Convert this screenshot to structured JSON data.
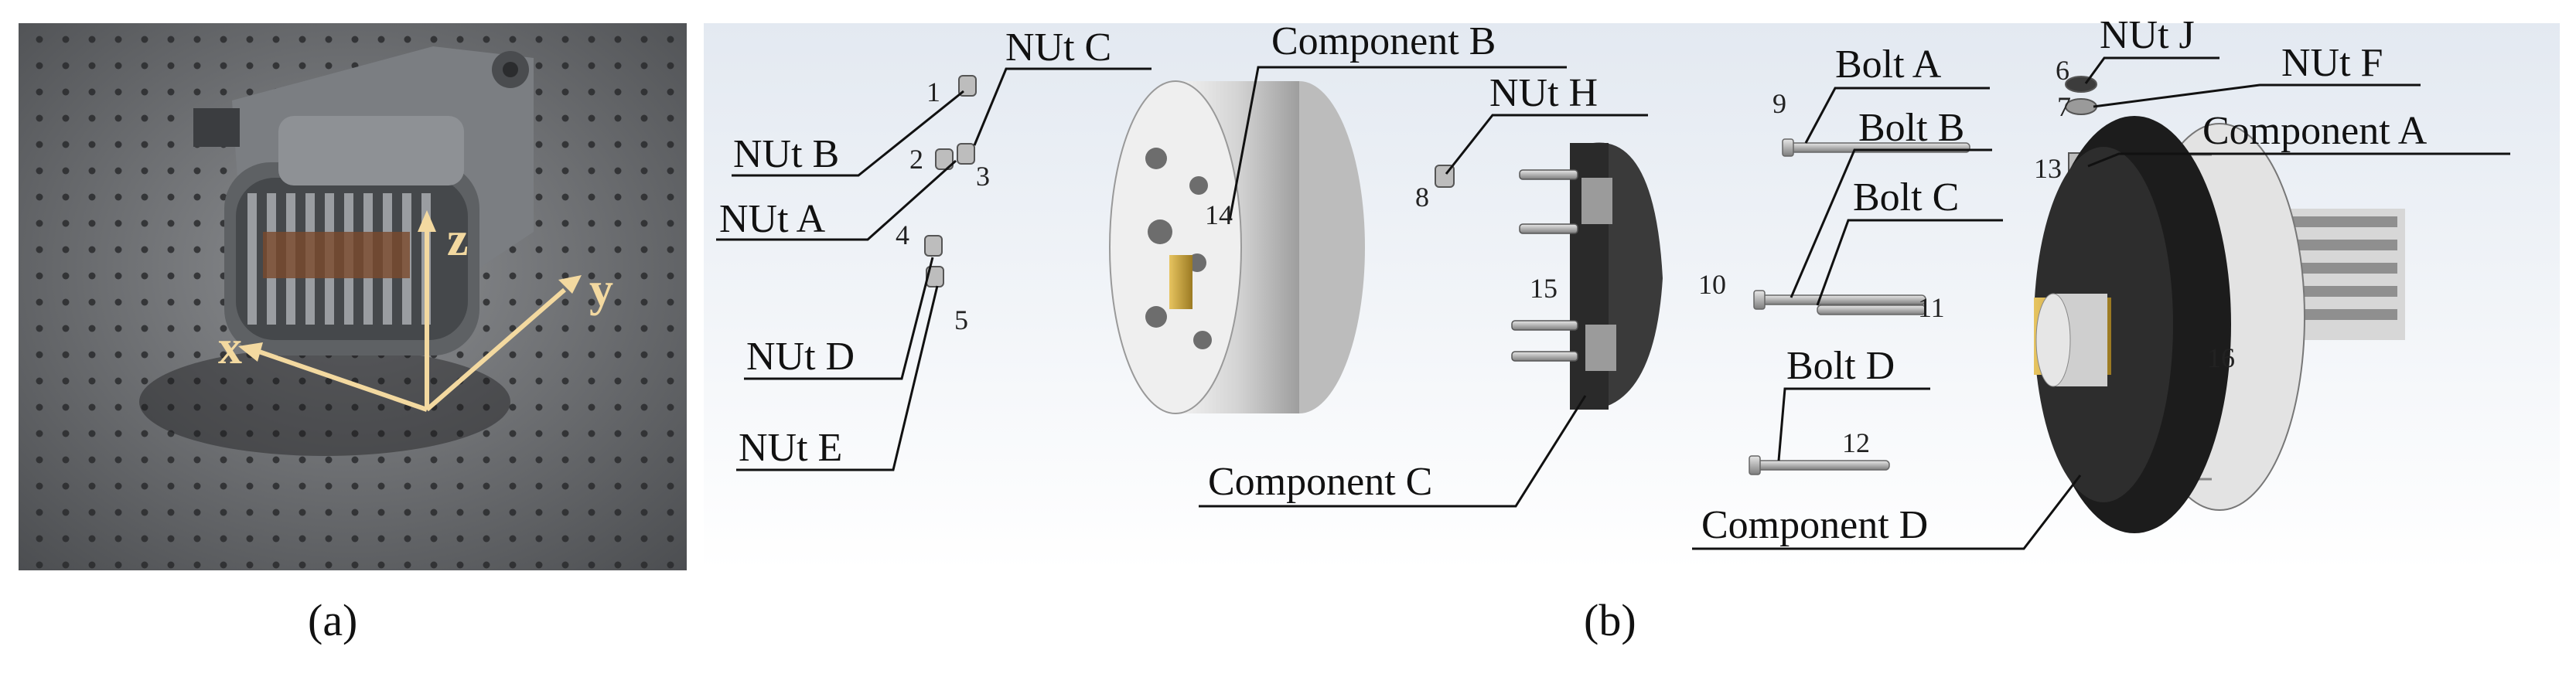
{
  "panel_a": {
    "caption": "(a)",
    "axes": {
      "z": "z",
      "y": "y",
      "x": "x"
    }
  },
  "panel_b": {
    "caption": "(b)",
    "labels": {
      "nut_a": "NUt A",
      "nut_b": "NUt B",
      "nut_c": "NUt C",
      "nut_d": "NUt D",
      "nut_e": "NUt E",
      "nut_f": "NUt F",
      "nut_h": "NUt H",
      "nut_j": "NUt J",
      "bolt_a": "Bolt A",
      "bolt_b": "Bolt B",
      "bolt_c": "Bolt C",
      "bolt_d": "Bolt D",
      "component_a": "Component A",
      "component_b": "Component B",
      "component_c": "Component C",
      "component_d": "Component D"
    },
    "part_numbers": {
      "n1": "1",
      "n2": "2",
      "n3": "3",
      "n4": "4",
      "n5": "5",
      "n6": "6",
      "n7": "7",
      "n8": "8",
      "n9": "9",
      "n10": "10",
      "n11": "11",
      "n12": "12",
      "n13": "13",
      "n14": "14",
      "n15": "15",
      "n16": "16"
    }
  },
  "colors": {
    "axis": "#f3d9a0",
    "leader": "#111111",
    "metal": "#c9c9c9",
    "dark": "#1f1f1f",
    "gold": "#c9a032"
  }
}
